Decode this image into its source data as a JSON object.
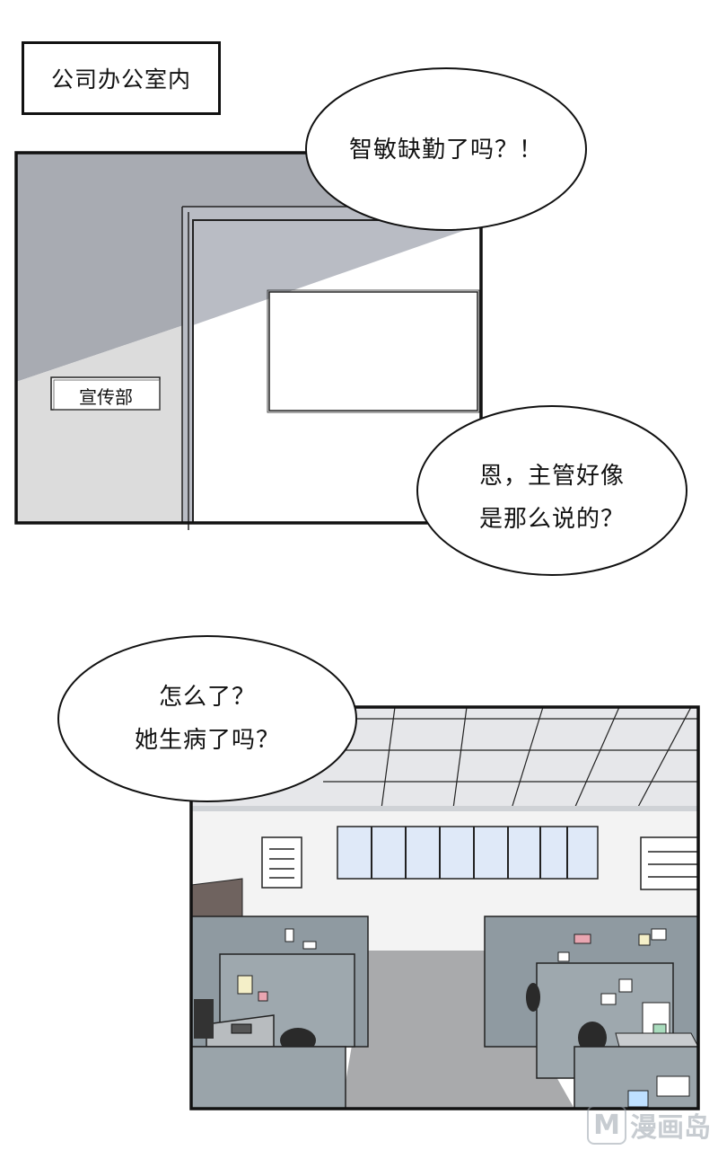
{
  "caption": {
    "text": "公司办公室内"
  },
  "panel1": {
    "door_sign": "宣传部",
    "bubble_top": {
      "line1": "智敏缺勤了吗？！"
    },
    "bubble_reply": {
      "line1": "恩，主管好像",
      "line2": "是那么说的？"
    }
  },
  "panel2": {
    "bubble": {
      "line1": "怎么了？",
      "line2": "她生病了吗？"
    }
  },
  "watermark": {
    "logo": "M",
    "text": "漫画岛"
  }
}
